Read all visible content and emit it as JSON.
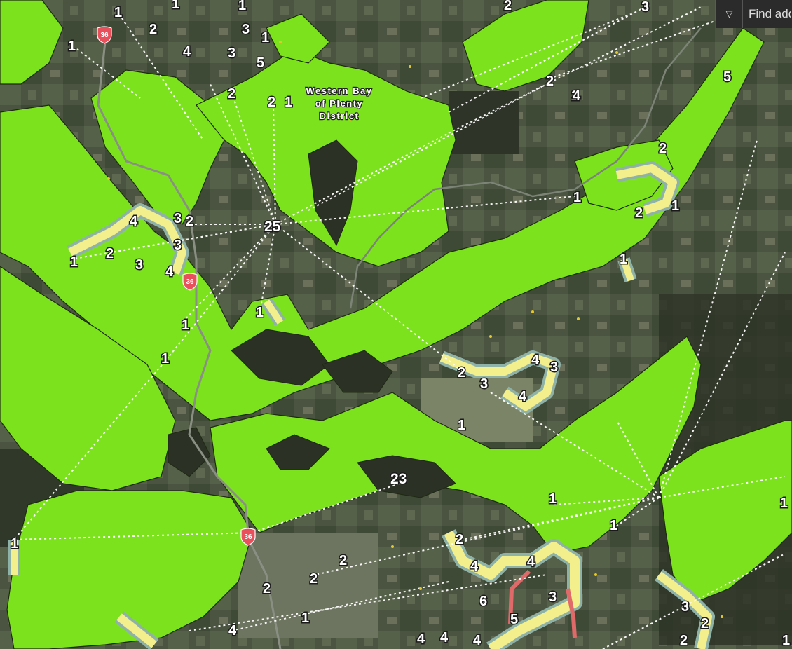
{
  "search": {
    "placeholder": "Find address or place",
    "dropdown_icon": "triangle-down-icon"
  },
  "region_label": {
    "line1": "Western Bay",
    "line2": "of Plenty",
    "line3": "District"
  },
  "highway_shield": {
    "label": "36",
    "color": "#e8505b"
  },
  "colors": {
    "habitat_green": "#7de21e",
    "buffer_yellow": "#f3ef8c",
    "buffer_outline": "#8fb2a8",
    "road_red": "#e06a6a"
  },
  "cluster_labels": [
    "1",
    "2",
    "1",
    "3",
    "1",
    "1",
    "2",
    "4",
    "3",
    "5",
    "2",
    "2",
    "1",
    "3",
    "25",
    "4",
    "3",
    "2",
    "3",
    "1",
    "2",
    "3",
    "4",
    "1",
    "1",
    "1",
    "2",
    "4",
    "3",
    "4",
    "1",
    "23",
    "1",
    "1",
    "2",
    "4",
    "2",
    "2",
    "2",
    "4",
    "6",
    "3",
    "5",
    "4",
    "4",
    "4",
    "1",
    "1",
    "2",
    "2",
    "1",
    "2",
    "1",
    "5",
    "2",
    "4",
    "1",
    "1",
    "3",
    "1",
    "1",
    "2",
    "3",
    "2",
    "4"
  ]
}
